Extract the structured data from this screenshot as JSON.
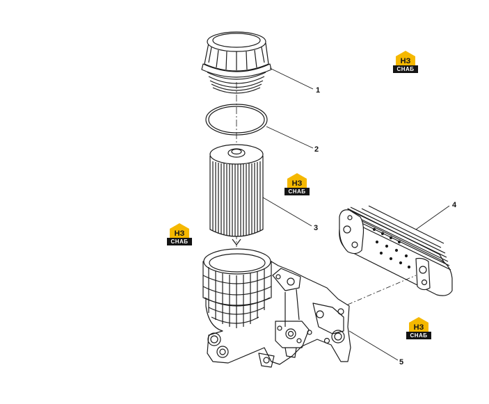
{
  "callouts": [
    {
      "id": "cap",
      "label": "1"
    },
    {
      "id": "o-ring",
      "label": "2"
    },
    {
      "id": "filter-element",
      "label": "3"
    },
    {
      "id": "oil-cooler",
      "label": "4"
    },
    {
      "id": "filter-housing",
      "label": "5"
    }
  ],
  "logo": {
    "word": "СНАБ",
    "mark": "НЗ",
    "accent_color": "#f5b800"
  },
  "colors": {
    "line": "#1a1a1a",
    "background": "#ffffff"
  }
}
